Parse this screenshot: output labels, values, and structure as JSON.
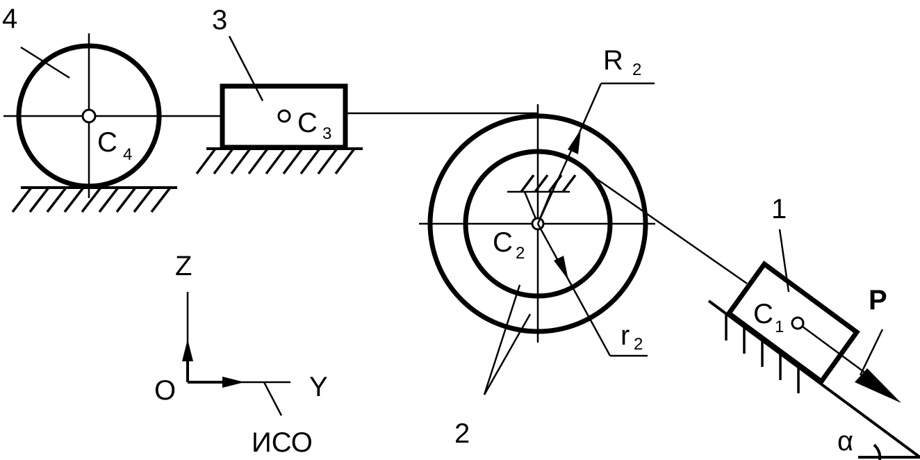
{
  "labels": {
    "body4": "4",
    "body3": "3",
    "body2": "2",
    "body1": "1",
    "c4": "C",
    "c4_sub": "4",
    "c3": "C",
    "c3_sub": "3",
    "c2": "C",
    "c2_sub": "2",
    "c1": "C",
    "c1_sub": "1",
    "R2": "R",
    "R2_sub": "2",
    "r2": "r",
    "r2_sub": "2",
    "force": "P",
    "angle": "α",
    "axis_z": "Z",
    "axis_y": "Y",
    "origin": "O",
    "frame": "ИСО"
  },
  "colors": {
    "ink": "#000000",
    "background": "#ffffff"
  }
}
